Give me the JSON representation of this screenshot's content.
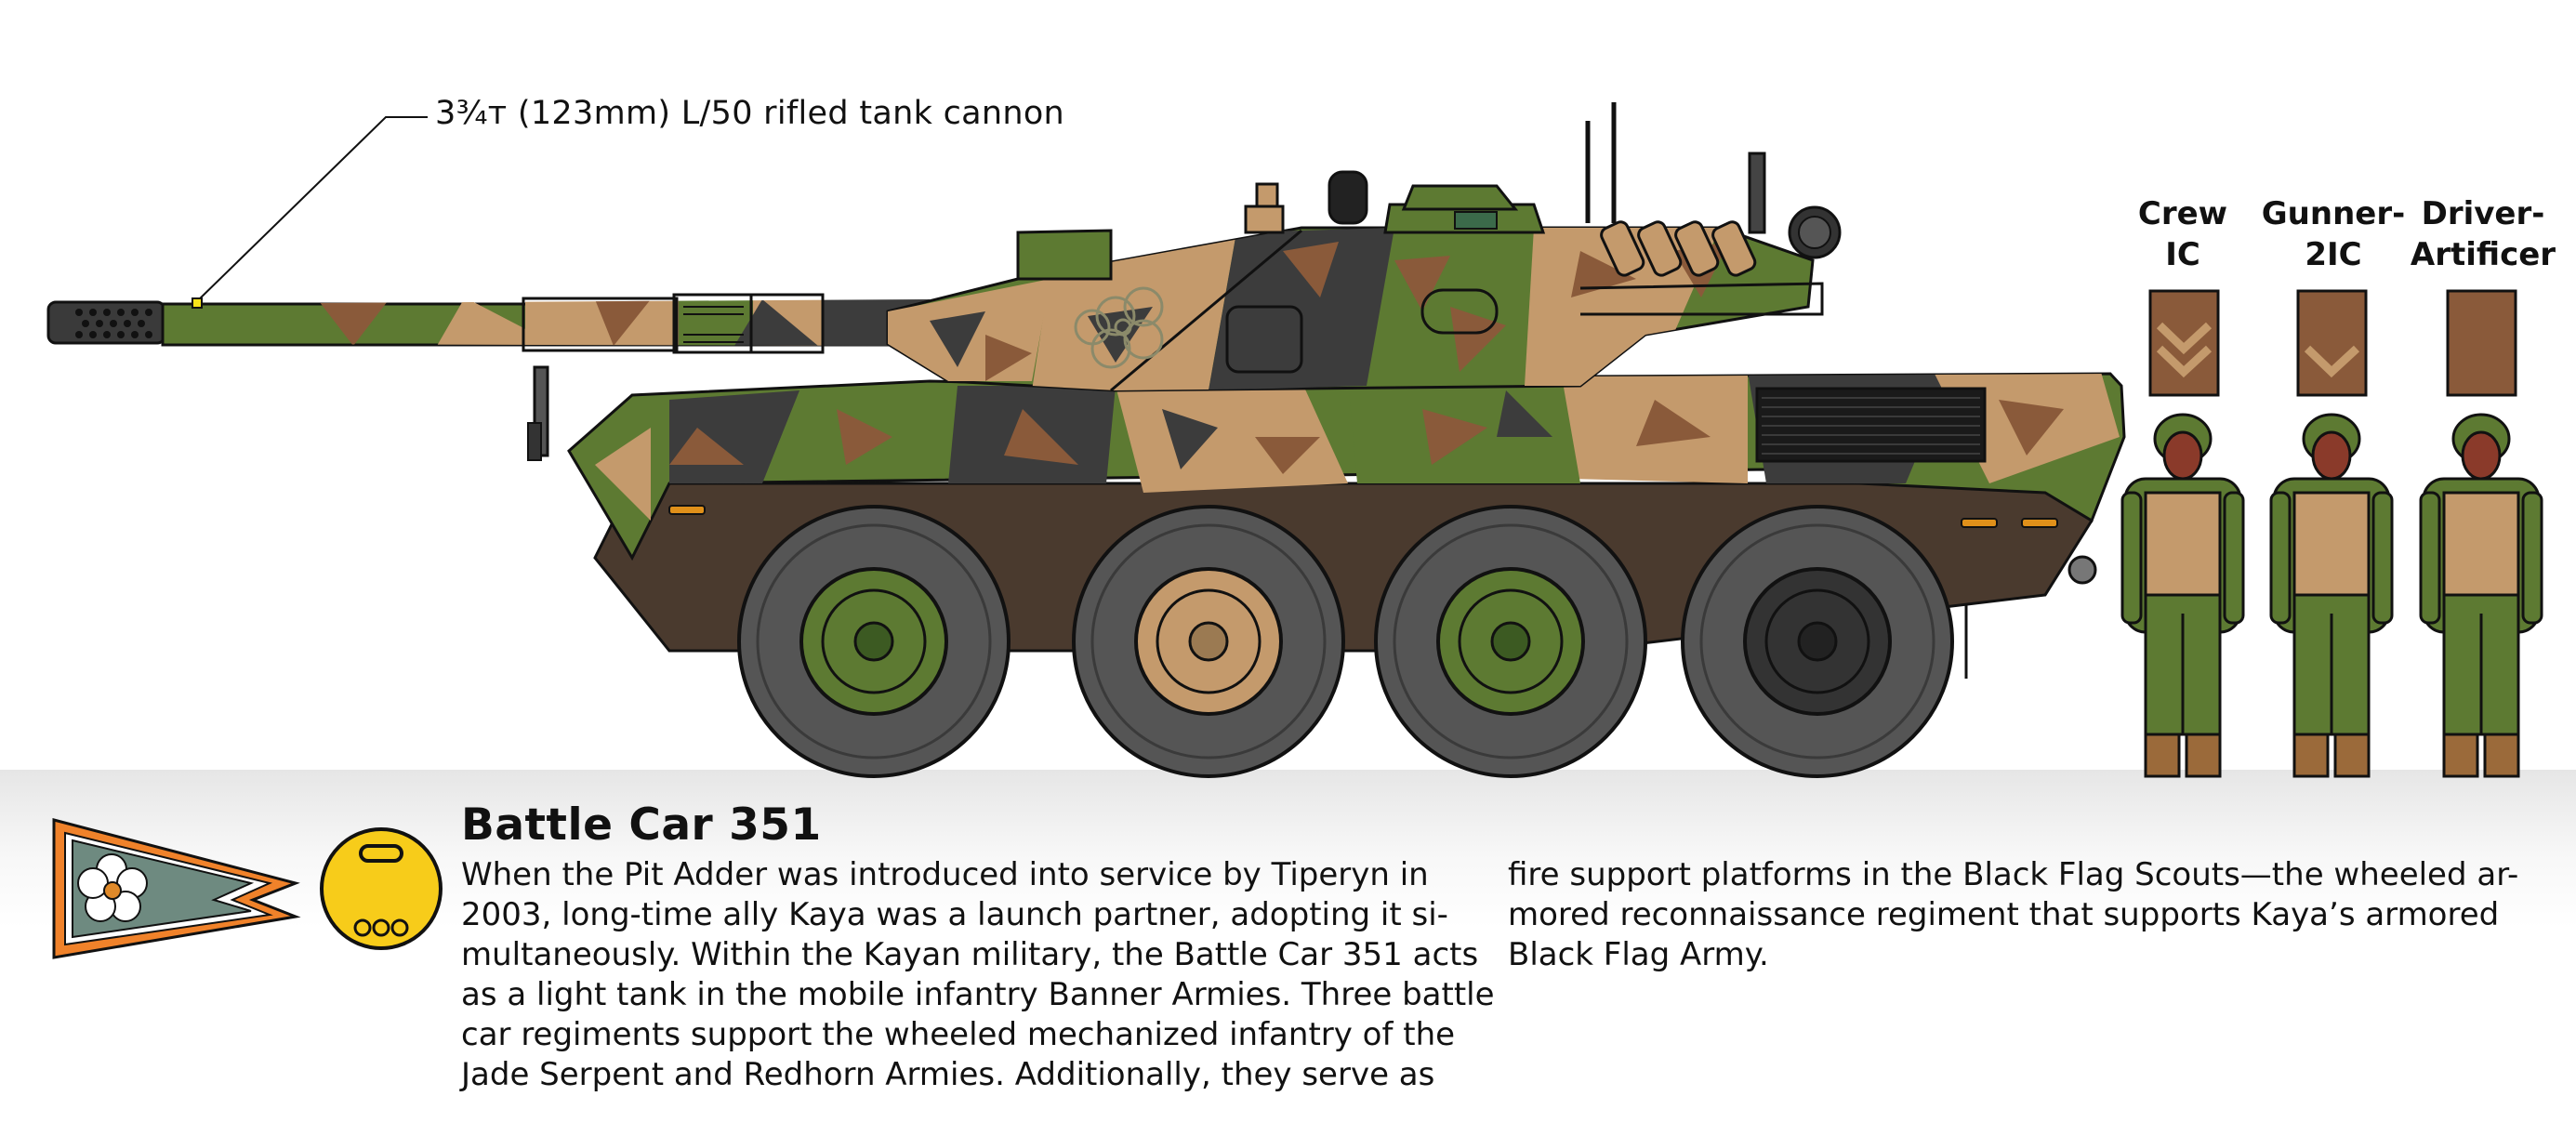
{
  "callout": {
    "text": "3¾т (123mm) L/50 rifled tank cannon"
  },
  "crew": [
    {
      "line1": "Crew",
      "line2": "IC"
    },
    {
      "line1": "Gunner-",
      "line2": "2IC"
    },
    {
      "line1": "Driver-",
      "line2": "Artificer"
    }
  ],
  "vehicle": {
    "name": "Battle Car 351"
  },
  "description": {
    "col1": [
      "When the Pit Adder was introduced into service by Tiperyn in",
      "2003, long-time ally Kaya was a launch partner, adopting it si-",
      "multaneously. Within the Kayan military, the Battle Car 351 acts",
      "as a light tank in the mobile infantry Banner Armies. Three battle",
      "car regiments support the wheeled mechanized infantry of the",
      "Jade Serpent and Redhorn Armies. Additionally, they serve as"
    ],
    "col2": [
      "fire support platforms in the Black Flag Scouts—the wheeled ar-",
      "mored reconnaissance regiment that supports Kaya’s armored",
      "Black Flag Army."
    ]
  },
  "colors": {
    "camo_green": "#5d7a32",
    "camo_tan": "#c49a6c",
    "camo_brown": "#8a5a3a",
    "camo_dark": "#3c3c3c",
    "hull_dark": "#4a3a2e",
    "tire": "#555555",
    "pennant_green": "#6e8a80",
    "pennant_orange": "#e07a1a",
    "badge_yellow": "#f7cc1a",
    "rank_brown": "#8a5a3a"
  },
  "icons": [
    "pennant-flag-icon",
    "unit-badge-icon",
    "rank-insignia-icon",
    "blossom-emblem-icon"
  ]
}
